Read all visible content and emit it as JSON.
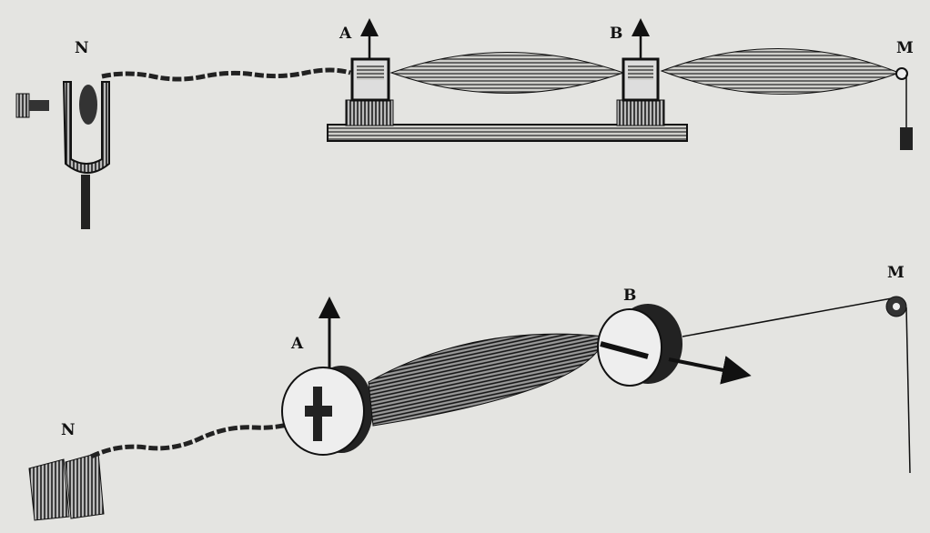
{
  "top_figure": {
    "labels": {
      "fork": "N",
      "bridge_a": "A",
      "bridge_b": "B",
      "pulley": "M"
    }
  },
  "bottom_figure": {
    "labels": {
      "magnets": "N",
      "disc_a": "A",
      "disc_b": "B",
      "pulley": "M"
    }
  },
  "colors": {
    "paper": "#e4e4e1",
    "ink": "#111111"
  }
}
